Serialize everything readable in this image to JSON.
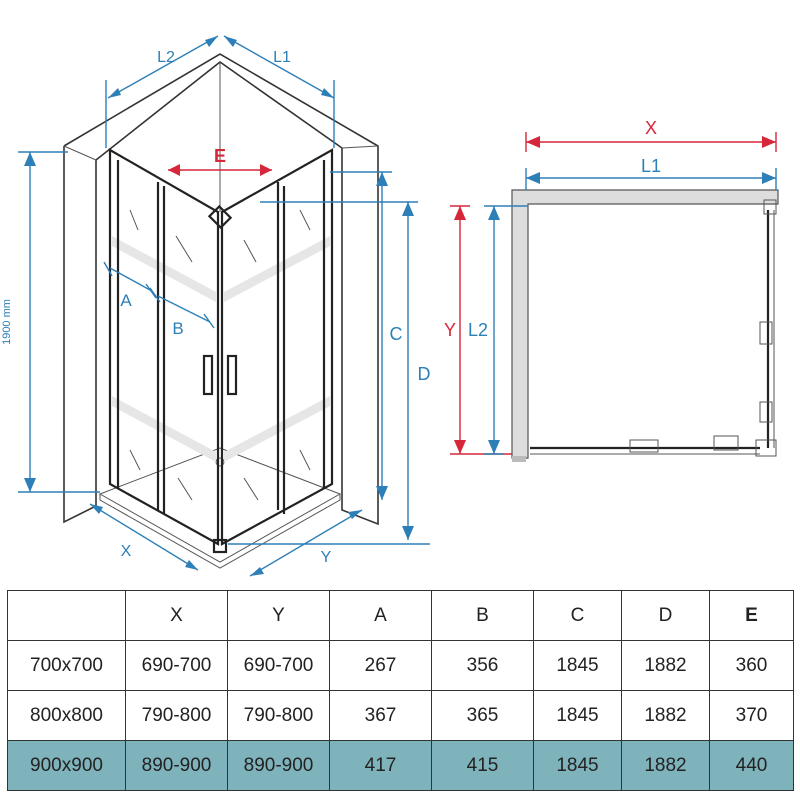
{
  "diagram": {
    "iso": {
      "label_L2": "L2",
      "label_L1": "L1",
      "label_E": "E",
      "label_A": "A",
      "label_B": "B",
      "label_C": "C",
      "label_D": "D",
      "label_X": "X",
      "label_Y": "Y",
      "label_height": "1900 mm"
    },
    "plan": {
      "label_X": "X",
      "label_L1": "L1",
      "label_Y": "Y",
      "label_L2": "L2"
    }
  },
  "table": {
    "headers": [
      "",
      "X",
      "Y",
      "A",
      "B",
      "C",
      "D",
      "E"
    ],
    "rows": [
      [
        "700x700",
        "690-700",
        "690-700",
        "267",
        "356",
        "1845",
        "1882",
        "360"
      ],
      [
        "800x800",
        "790-800",
        "790-800",
        "367",
        "365",
        "1845",
        "1882",
        "370"
      ],
      [
        "900x900",
        "890-900",
        "890-900",
        "417",
        "415",
        "1845",
        "1882",
        "440"
      ]
    ],
    "highlight_row_index": 2,
    "highlight_color": "#7fb3bc"
  },
  "colors": {
    "dimension_blue": "#2d7fb8",
    "dimension_red": "#d6263a"
  }
}
